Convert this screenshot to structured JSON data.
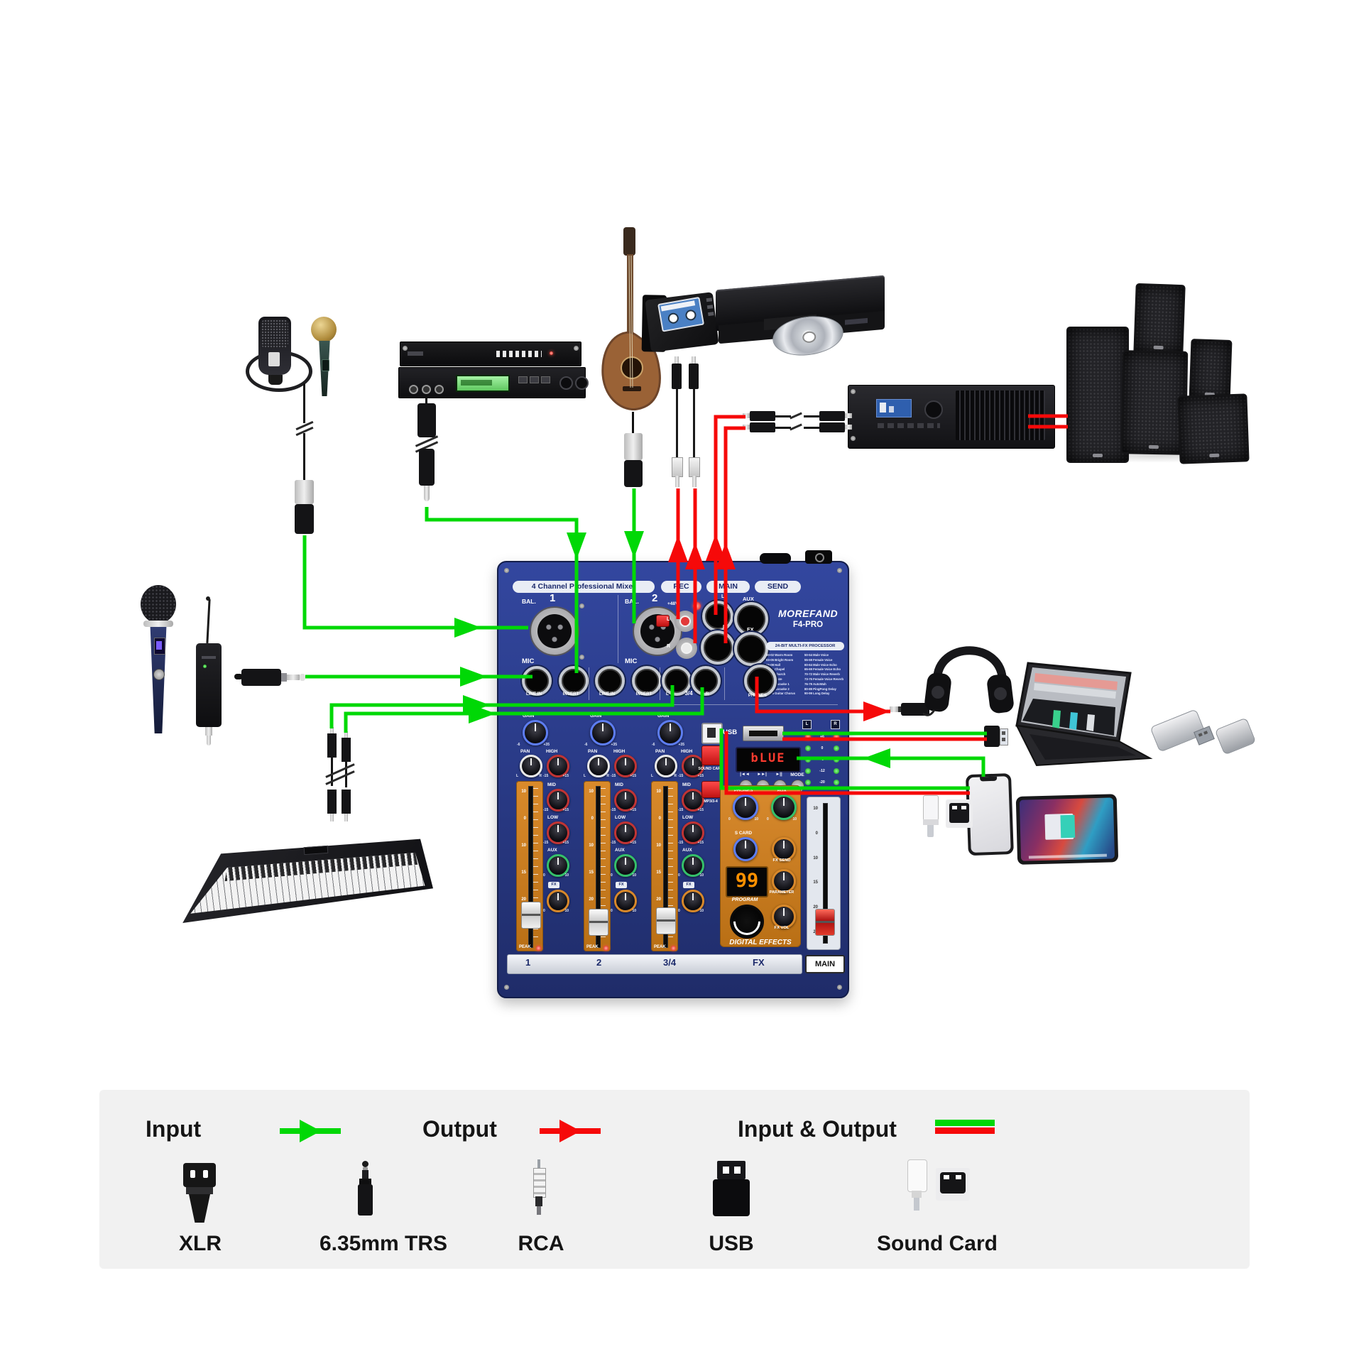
{
  "colors": {
    "input_line": "#00d806",
    "output_line": "#f60909",
    "mixer_blue": "#2c3e8e",
    "panel_orange": "#c8791e",
    "display_red": "#ff3b2f",
    "fx_display_orange": "#ff9100",
    "legend_bg": "#f1f1f1"
  },
  "mixer": {
    "title": "4 Channel Professional Mixer",
    "rec": "REC",
    "main": "MAIN",
    "send": "SEND",
    "brand": "MOREFAND",
    "model": "F4-PRO",
    "phantom": "+48V",
    "bal": "BAL.",
    "ch1": "1",
    "ch2": "2",
    "mic": "MIC",
    "rec_l": "L",
    "rec_r": "R",
    "main_l": "L",
    "main_r": "R",
    "aux_jack": "AUX",
    "fx_jack": "FX",
    "fx_title": "24-BIT MULTI-FX PROCESSOR",
    "fx_left": [
      "00-02 Warm Room",
      "03-05 Bright Room",
      "06-08 Hall",
      "09-11 Chapel",
      "12-14 Church",
      "15-20 Plate",
      "21-32 Karaoke 1",
      "33-44 Karaoke 2",
      "45-49 Guitar Chorus"
    ],
    "fx_right": [
      "50-54 Male Voice",
      "55-59 Female Voice",
      "60-64 Male Voice Echo",
      "65-69 Female Voice Echo",
      "70-72 Male Voice Reverb",
      "73-75 Female Voice Reverb",
      "76-79 AutoWah",
      "80-89 PingPong Delay",
      "90-99 Long Delay"
    ],
    "jacks": [
      "LINE IN",
      "INSERT",
      "LINE IN",
      "INSERT",
      "L",
      "3/4",
      "R",
      "PHONES"
    ],
    "strip": {
      "gain": "GAIN",
      "pan": "PAN",
      "high": "HIGH",
      "mid": "MID",
      "low": "LOW",
      "aux": "AUX",
      "fx": "FX",
      "peak": "PEAK",
      "gain_min": "-6",
      "gain_max": "+35",
      "eq_min": "-15",
      "eq_max": "+15",
      "lvl_min": "0",
      "lvl_max": "10",
      "pan_l": "L",
      "pan_r": "R"
    },
    "fader_scale": [
      "10",
      "0",
      "10",
      "15",
      "20",
      "25"
    ],
    "usb": "USB",
    "display": "bLUE",
    "transport": [
      "|◄◄",
      "►►|",
      "►||"
    ],
    "mode": "MODE",
    "meter": {
      "l": "L",
      "r": "R",
      "ticks": [
        "+6",
        "0",
        "-3",
        "-12",
        "-20"
      ]
    },
    "sound_card": "SOUND CARD",
    "mp3": "MP3/3-4",
    "phones_knob": "PHONES",
    "aux_knob": "AUX",
    "scard_knob": "S CARD",
    "fxsend_knob": "FX SEND",
    "param_knob": "PARAMETER",
    "fxvol_knob": "FX VOL",
    "program": "PROGRAM",
    "fx_value": "99",
    "digital_effects": "DIGITAL EFFECTS",
    "bottom": [
      "1",
      "2",
      "3/4",
      "FX",
      "MAIN"
    ]
  },
  "legend": {
    "input_label": "Input",
    "output_label": "Output",
    "both_label": "Input & Output",
    "connector_labels": [
      "XLR",
      "6.35mm TRS",
      "RCA",
      "USB",
      "Sound Card"
    ]
  }
}
